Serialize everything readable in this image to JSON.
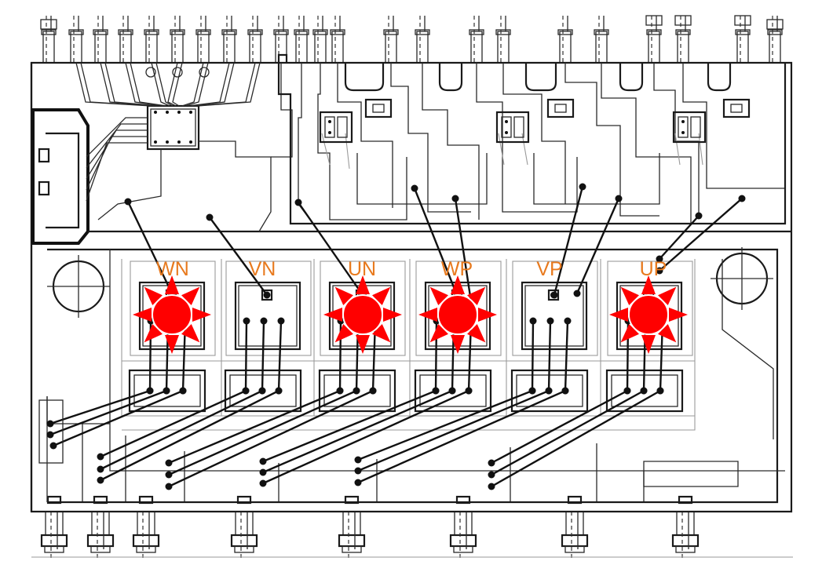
{
  "module": {
    "chip_labels": [
      "WN",
      "VN",
      "UN",
      "WP",
      "VP",
      "UP"
    ],
    "hotspot_color": "#ff0000",
    "label_color": "#e87a1e",
    "hotspots": [
      "WN",
      "UN",
      "WP",
      "UP"
    ]
  }
}
